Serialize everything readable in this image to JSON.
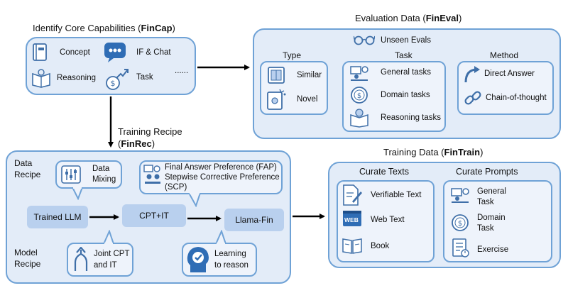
{
  "fincap": {
    "title_prefix": "Identify Core Capabilities (",
    "title_bold": "FinCap",
    "title_suffix": ")",
    "items": [
      "Concept",
      "IF & Chat",
      "Reasoning",
      "Task"
    ],
    "ellipsis": "......"
  },
  "fineval": {
    "title_prefix": "Evaluation Data (",
    "title_bold": "FinEval",
    "title_suffix": ")",
    "unseen": "Unseen Evals",
    "type_header": "Type",
    "type_items": [
      "Similar",
      "Novel"
    ],
    "task_header": "Task",
    "task_items": [
      "General tasks",
      "Domain tasks",
      "Reasoning tasks"
    ],
    "method_header": "Method",
    "method_items": [
      "Direct Answer",
      "Chain-of-thought"
    ]
  },
  "finrec": {
    "title_line1": "Training Recipe",
    "title_prefix": "(",
    "title_bold": "FinRec",
    "title_suffix": ")",
    "data_recipe": [
      "Data",
      "Recipe"
    ],
    "model_recipe": [
      "Model",
      "Recipe"
    ],
    "data_mixing": [
      "Data",
      "Mixing"
    ],
    "pref_line1": "Final Answer Preference (FAP)",
    "pref_line2": "Stepwise Corrective Preference",
    "pref_line3": "(SCP)",
    "trained_llm": "Trained LLM",
    "cpt_it": "CPT+IT",
    "llama_fin": "Llama-Fin",
    "joint": [
      "Joint CPT",
      "and IT"
    ],
    "learning": [
      "Learning",
      "to reason"
    ]
  },
  "fintrain": {
    "title_prefix": "Training Data (",
    "title_bold": "FinTrain",
    "title_suffix": ")",
    "texts_header": "Curate Texts",
    "texts_items": [
      "Verifiable Text",
      "Web Text",
      "Book"
    ],
    "web_badge": "WEB",
    "prompts_header": "Curate Prompts",
    "prompts_items": [
      [
        "General",
        "Task"
      ],
      [
        "Domain",
        "Task"
      ],
      [
        "Exercise"
      ]
    ]
  },
  "colors": {
    "border": "#6fa2d6",
    "panel": "#e3ecf8",
    "chip": "#b9d0ee",
    "icon": "#3f6fa8"
  }
}
